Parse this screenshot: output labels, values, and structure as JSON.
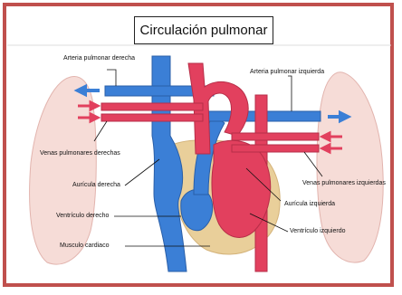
{
  "title": "Circulación pulmonar",
  "labels": {
    "arteria_derecha": "Arteria pulmonar derecha",
    "arteria_izquierda": "Arteria pulmonar izquierda",
    "venas_derechas": "Venas pulmonares derechas",
    "venas_izquierdas": "Venas pulmonares izquierdas",
    "auricula_derecha": "Aurícula derecha",
    "auricula_izquierda": "Aurícula izquierda",
    "ventriculo_derecho": "Ventrículo derecho",
    "ventriculo_izquierdo": "Ventrículo izquierdo",
    "musculo": "Musculo cardiaco"
  },
  "colors": {
    "frame": "#c0504d",
    "oxygen_poor": "#3b7fd6",
    "oxygen_rich": "#e2405e",
    "muscle": "#e9cf9a",
    "lung": "#f6dcd7"
  }
}
